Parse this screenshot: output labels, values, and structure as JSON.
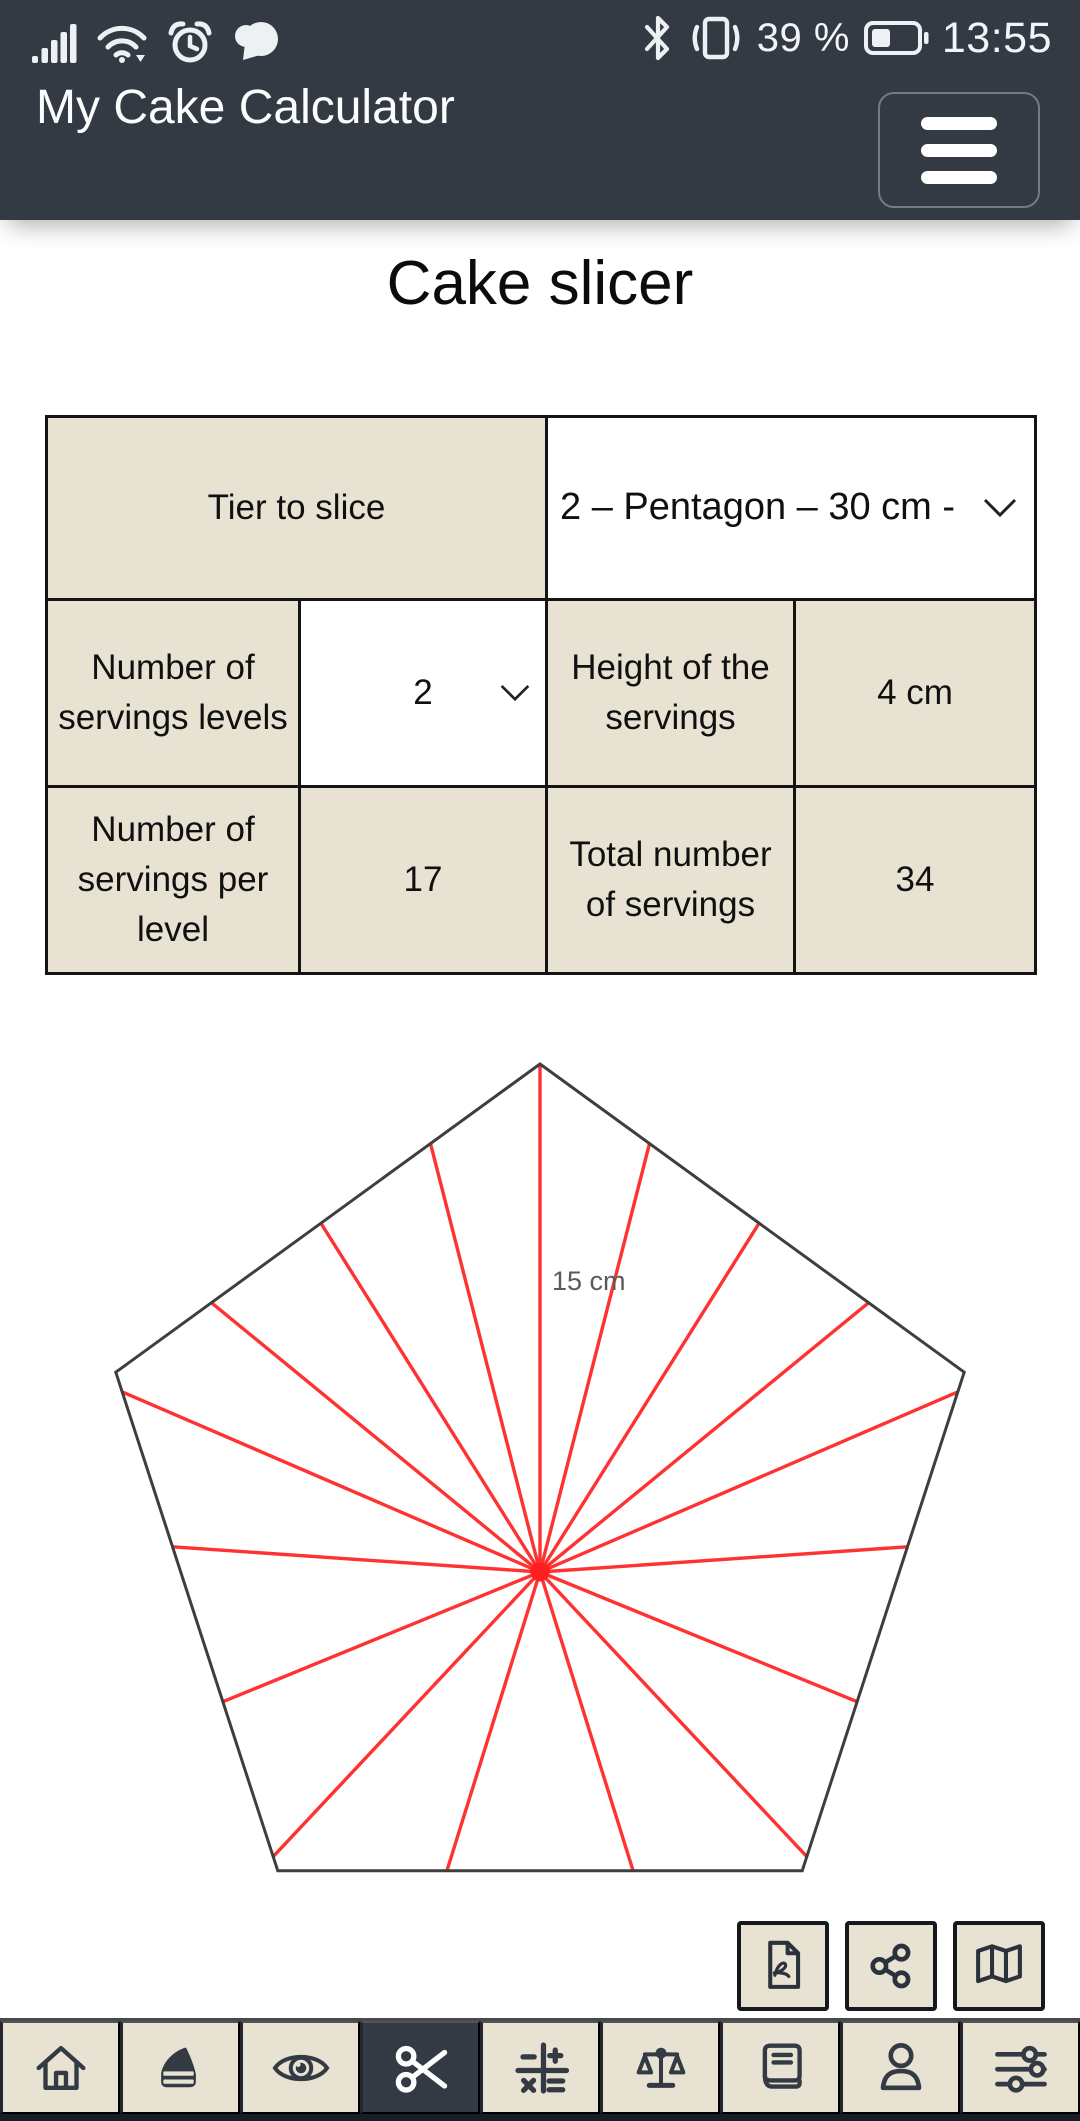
{
  "colors": {
    "dark": "#333a44",
    "beige": "#e7e2d2",
    "table_border": "#141414",
    "slice_red": "#ff3232",
    "center_dot_red": "#ff1f1f",
    "pentagon_outline": "#3e3e3e",
    "dimension_gray": "#5a5a5a"
  },
  "status_bar": {
    "time": "13:55",
    "battery_text": "39 %",
    "battery_level": 0.39,
    "left_icons": [
      "signal-icon",
      "wifi-icon",
      "alarm-icon",
      "chat-icon"
    ],
    "right_icons": [
      "bluetooth-icon",
      "vibrate-icon",
      "battery-icon"
    ]
  },
  "header": {
    "app_title": "My Cake Calculator",
    "menu_icon": "hamburger-icon"
  },
  "page": {
    "title": "Cake slicer"
  },
  "slicer_table": {
    "tier": {
      "label": "Tier to slice",
      "value": "2 – Pentagon – 30 cm -"
    },
    "levels": {
      "label": "Number of servings levels",
      "value": "2"
    },
    "height": {
      "label": "Height of the servings",
      "value": "4 cm"
    },
    "per_level": {
      "label": "Number of servings per level",
      "value": "17"
    },
    "total": {
      "label": "Total number of servings",
      "value": "34"
    }
  },
  "diagram": {
    "shape": "pentagon",
    "sides": 5,
    "slice_count": 17,
    "radius_label": "15 cm"
  },
  "export_buttons": [
    {
      "name": "export-pdf-button",
      "icon": "pdf-file-icon"
    },
    {
      "name": "share-button",
      "icon": "share-icon"
    },
    {
      "name": "export-map-button",
      "icon": "map-icon"
    }
  ],
  "bottom_nav": {
    "active_index": 3,
    "items": [
      {
        "name": "home",
        "icon": "home-icon"
      },
      {
        "name": "cake",
        "icon": "cake-slice-icon"
      },
      {
        "name": "view",
        "icon": "eye-icon"
      },
      {
        "name": "slicer",
        "icon": "scissors-icon"
      },
      {
        "name": "calculator",
        "icon": "math-operations-icon"
      },
      {
        "name": "comparator",
        "icon": "scale-icon"
      },
      {
        "name": "recipes",
        "icon": "book-icon"
      },
      {
        "name": "profile",
        "icon": "person-icon"
      },
      {
        "name": "settings",
        "icon": "sliders-icon"
      }
    ]
  }
}
